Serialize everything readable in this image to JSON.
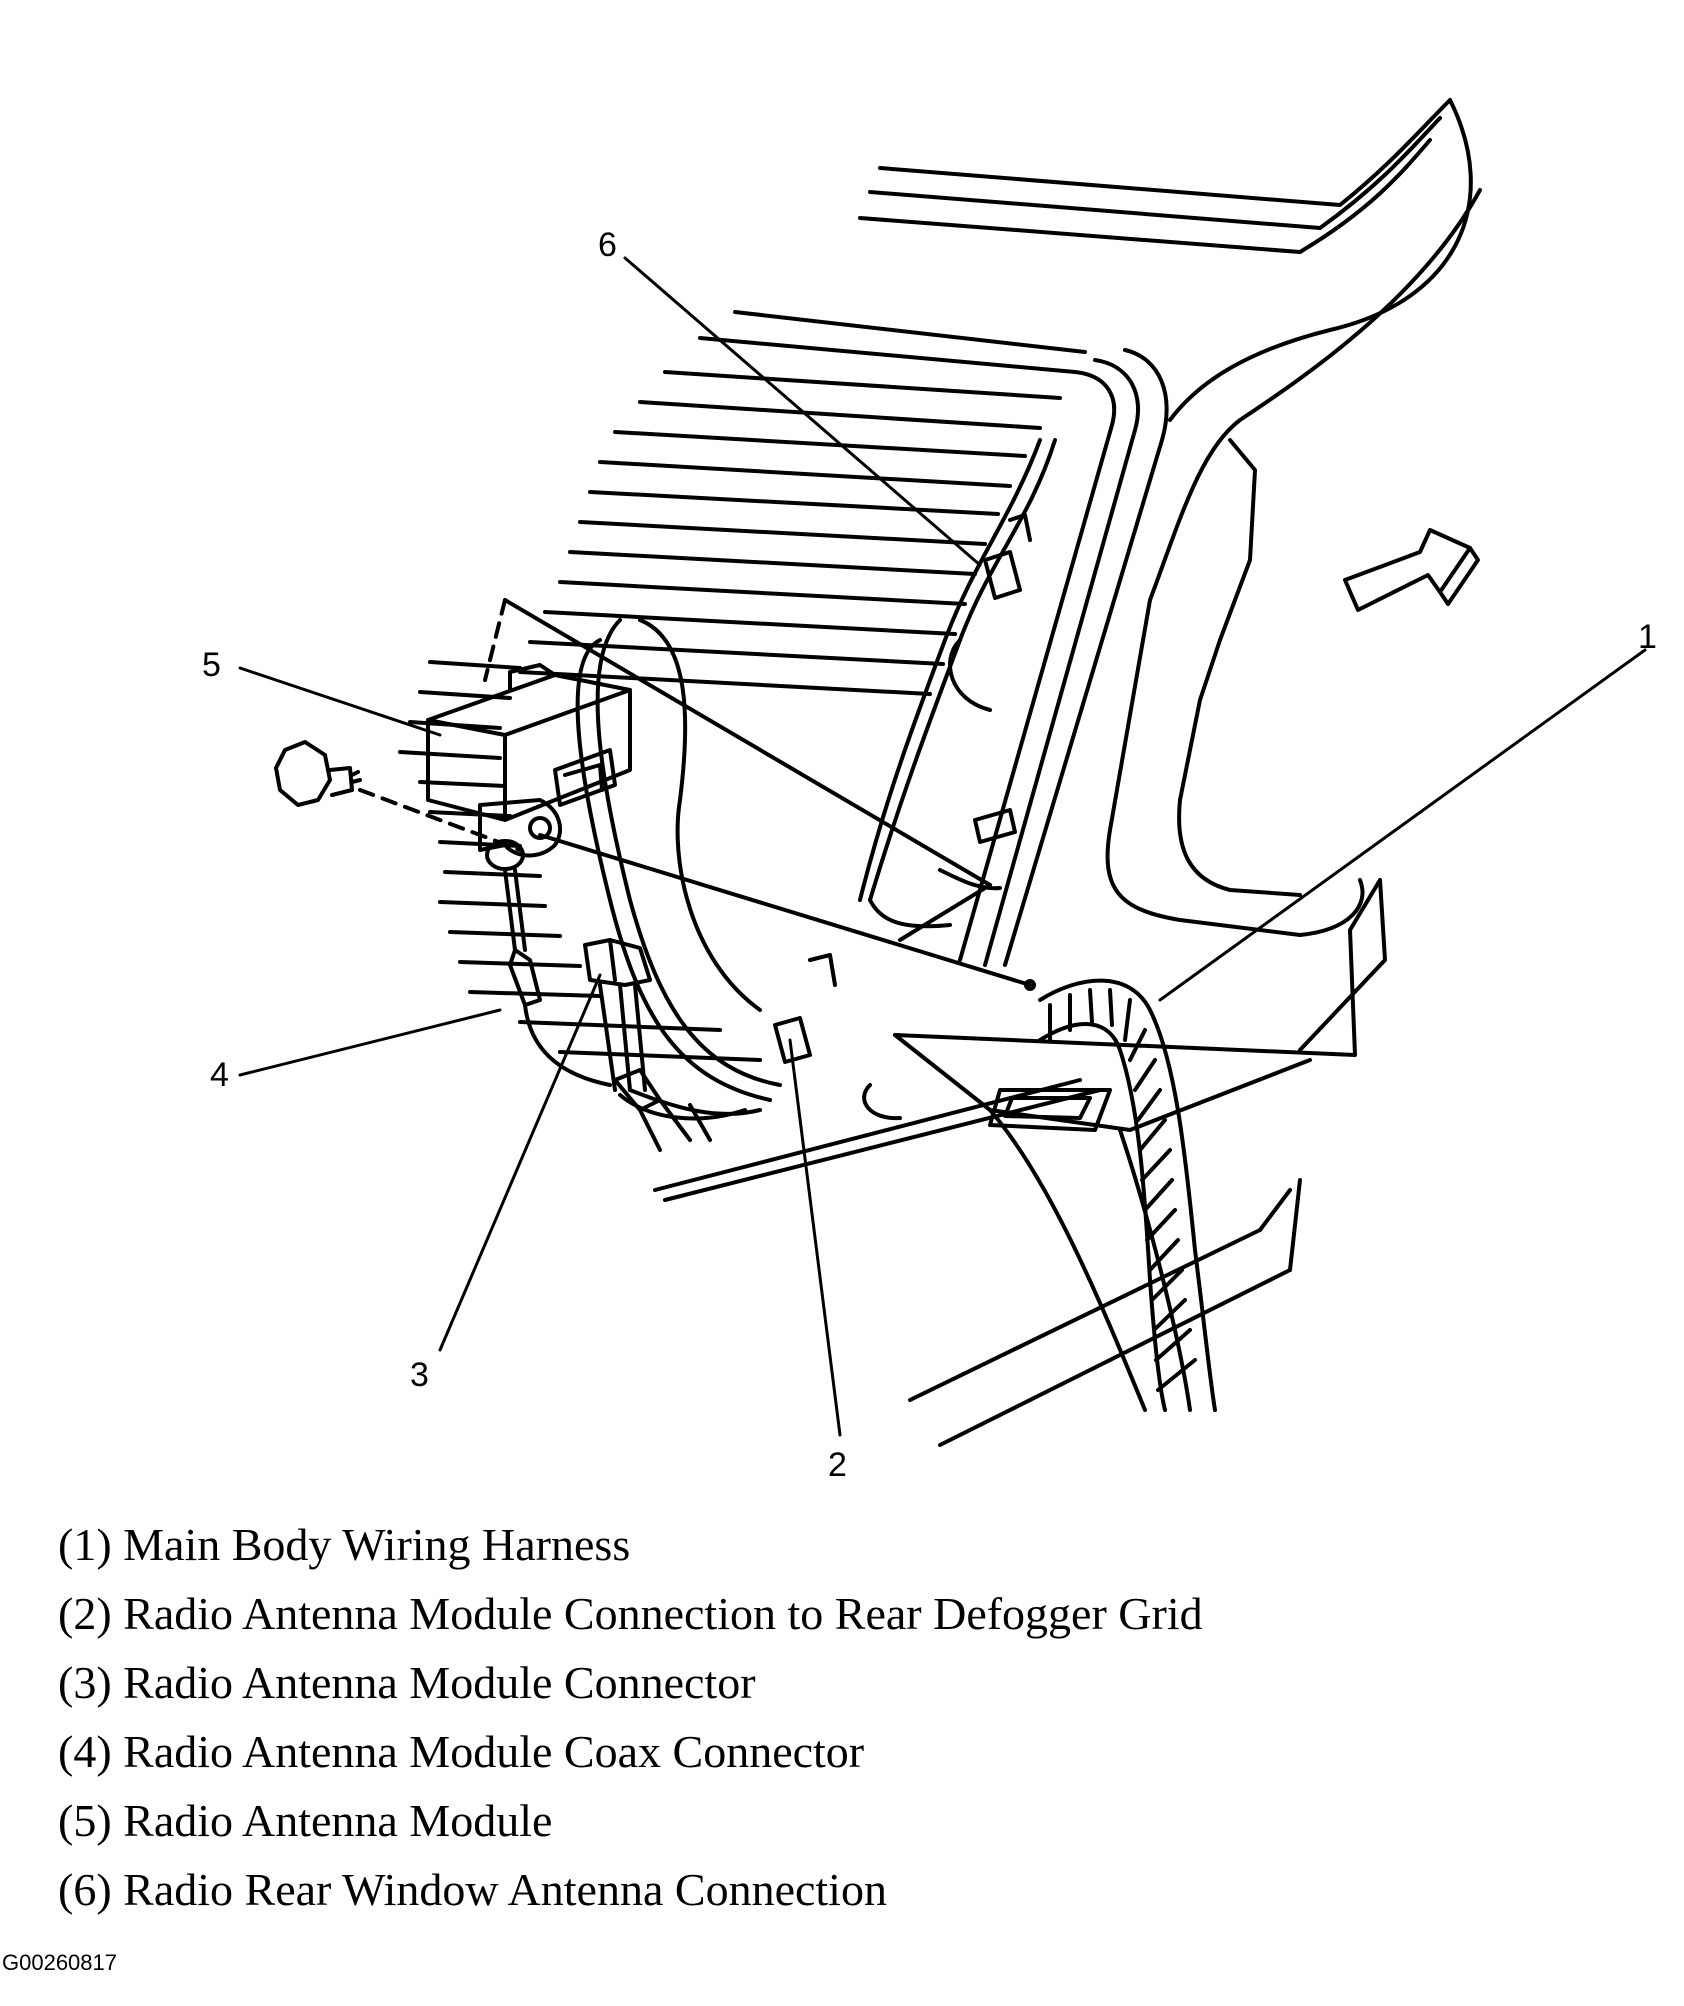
{
  "callouts": {
    "c1": "1",
    "c2": "2",
    "c3": "3",
    "c4": "4",
    "c5": "5",
    "c6": "6"
  },
  "legend": [
    "(1) Main Body Wiring Harness",
    "(2) Radio Antenna Module Connection to Rear Defogger Grid",
    "(3) Radio Antenna Module Connector",
    "(4) Radio Antenna Module Coax Connector",
    "(5) Radio Antenna Module",
    "(6) Radio Rear Window Antenna Connection"
  ],
  "figure_id": "G00260817",
  "colors": {
    "ink": "#000000",
    "paper": "#ffffff"
  }
}
